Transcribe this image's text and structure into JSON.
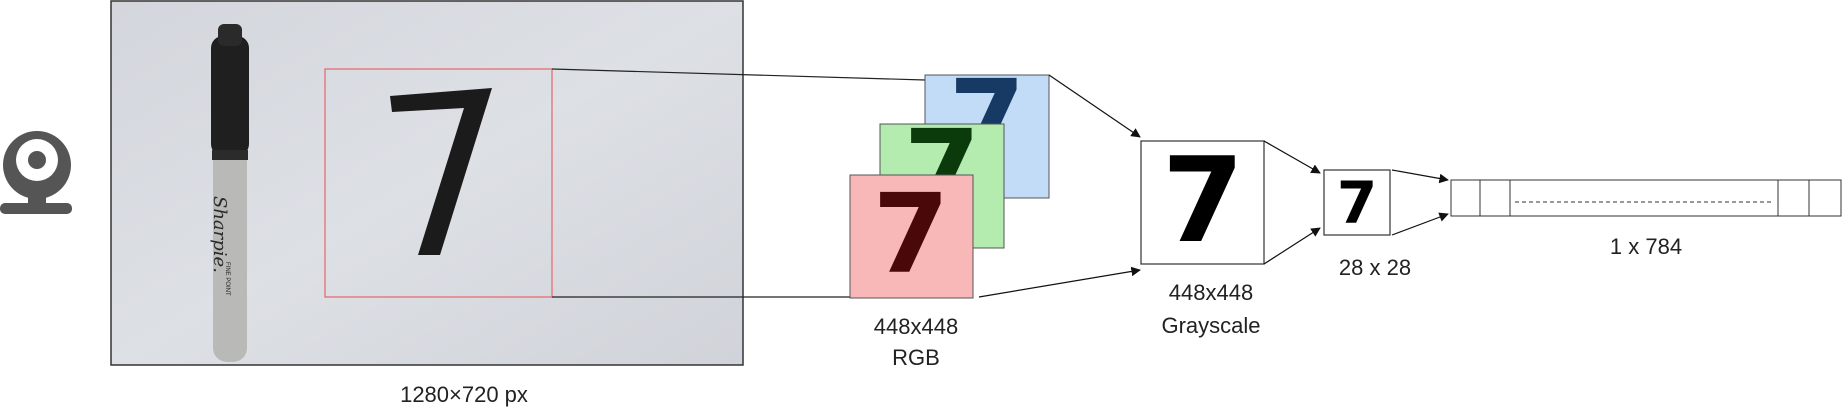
{
  "labels": {
    "photo_size": "1280×720 px",
    "rgb_size": "448x448",
    "rgb_mode": "RGB",
    "gray_size": "448x448",
    "gray_mode": "Grayscale",
    "small_size": "28 x 28",
    "vector_size": "1 x 784"
  },
  "digit": "7",
  "pen_brand": "Sharpie.",
  "pen_tip": "FINE POINT",
  "colors": {
    "crop_box": "#e8646a",
    "channel_red": "#f8b8b8",
    "channel_green": "#b4ecb0",
    "channel_blue": "#c2dcf8",
    "photo_background": "#d9dbe0",
    "icon": "#555555"
  },
  "icons": {
    "camera": "webcam-icon"
  }
}
